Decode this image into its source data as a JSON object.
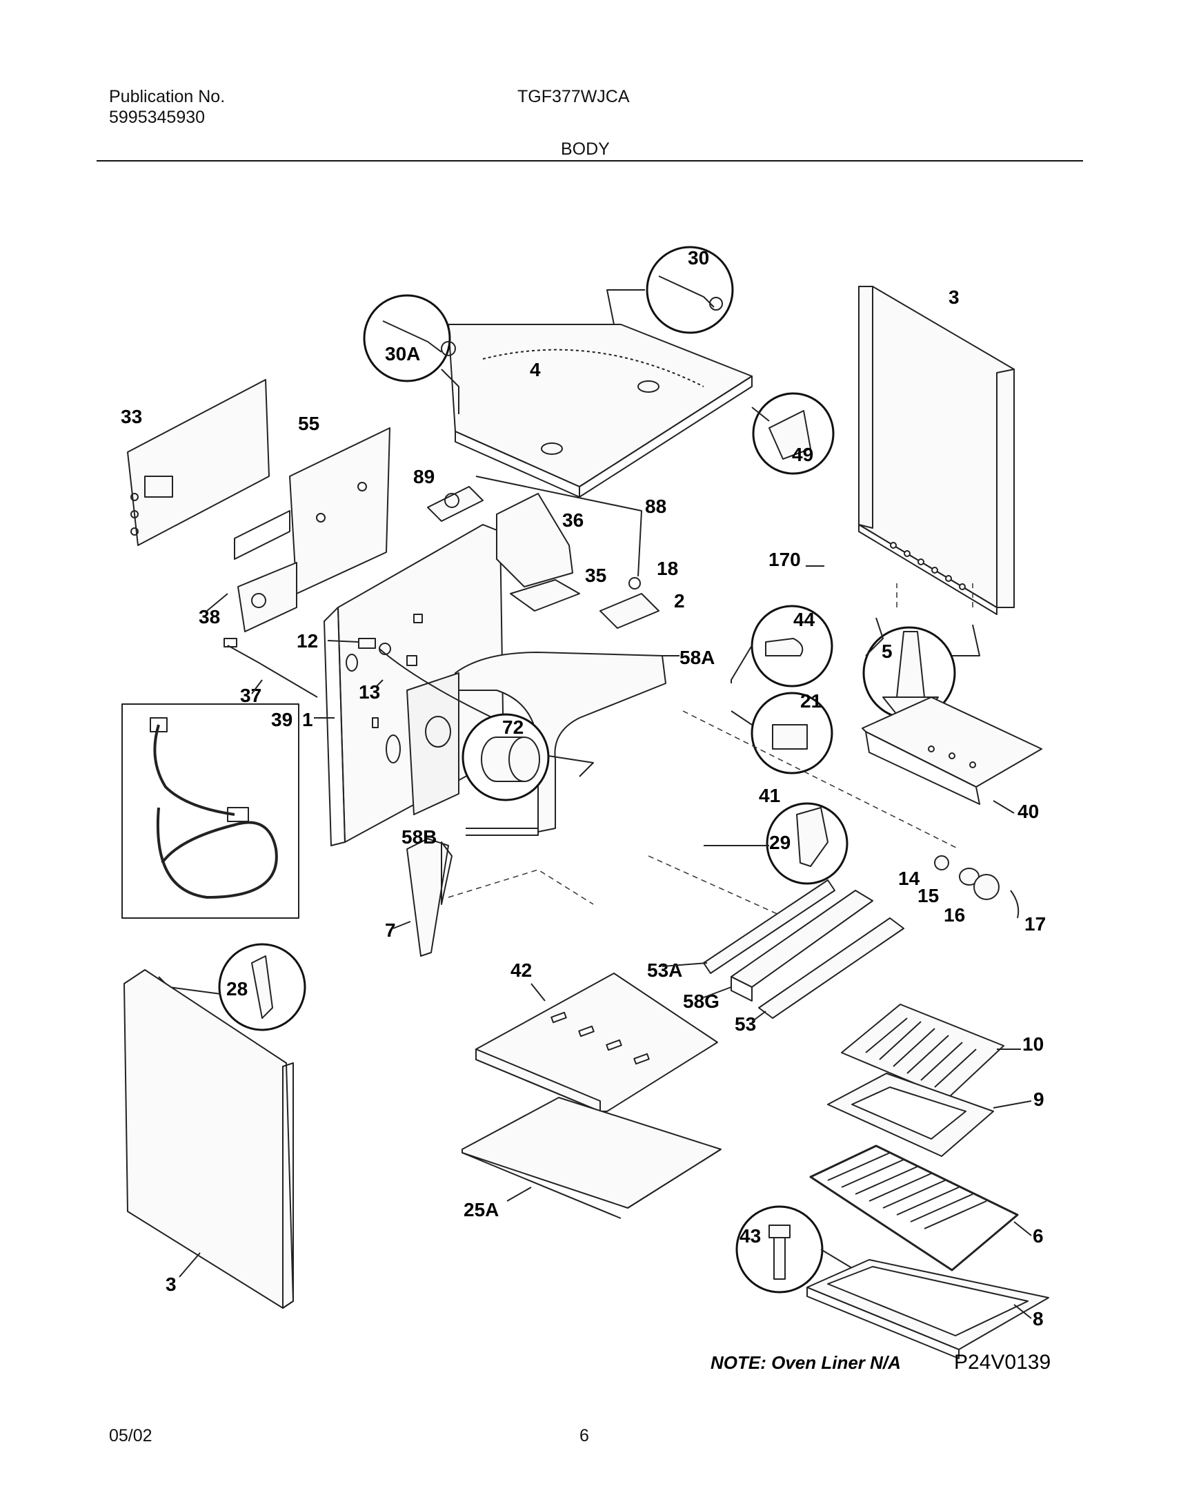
{
  "header": {
    "publication_label": "Publication No.",
    "publication_number": "5995345930",
    "model": "TGF377WJCA",
    "section": "BODY"
  },
  "diagram": {
    "callouts": [
      "30",
      "30A",
      "3",
      "4",
      "49",
      "33",
      "55",
      "89",
      "88",
      "36",
      "35",
      "18",
      "2",
      "170",
      "5",
      "44",
      "38",
      "12",
      "58A",
      "21",
      "37",
      "13",
      "1",
      "39",
      "72",
      "40",
      "41",
      "58B",
      "29",
      "14",
      "15",
      "16",
      "17",
      "7",
      "53A",
      "58G",
      "53",
      "42",
      "28",
      "10",
      "9",
      "25A",
      "43",
      "6",
      "8",
      "3"
    ],
    "note": "NOTE: Oven Liner N/A",
    "drawing_code": "P24V0139"
  },
  "footer": {
    "date": "05/02",
    "page": "6"
  }
}
